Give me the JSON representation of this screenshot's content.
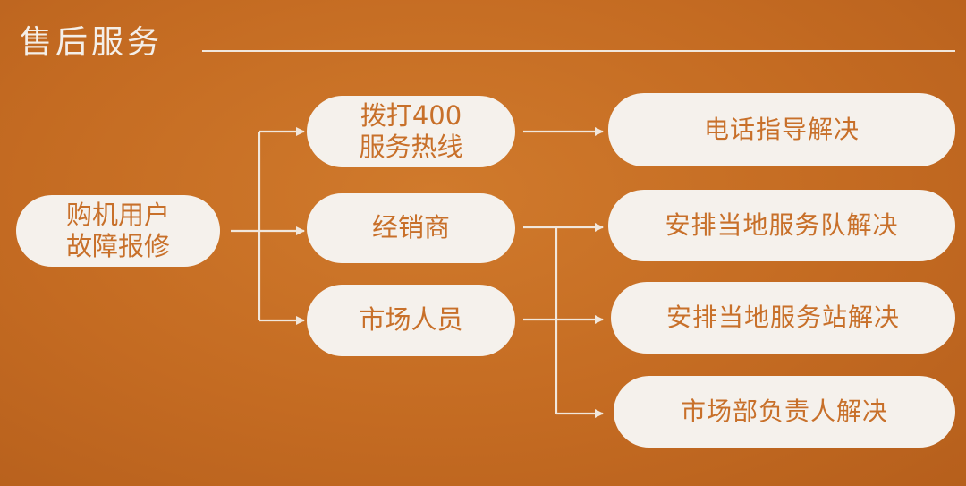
{
  "title": "售后服务",
  "nodes": {
    "source": "购机用户\n故障报修",
    "hotline": "拨打400\n服务热线",
    "dealer": "经销商",
    "market_staff": "市场人员",
    "phone_guidance": "电话指导解决",
    "local_team": "安排当地服务队解决",
    "local_station": "安排当地服务站解决",
    "market_manager": "市场部负责人解决"
  },
  "colors": {
    "background": "#c46b22",
    "node_fill": "#f5f1ec",
    "node_text": "#c8702a",
    "connector": "#f1e7dc"
  }
}
